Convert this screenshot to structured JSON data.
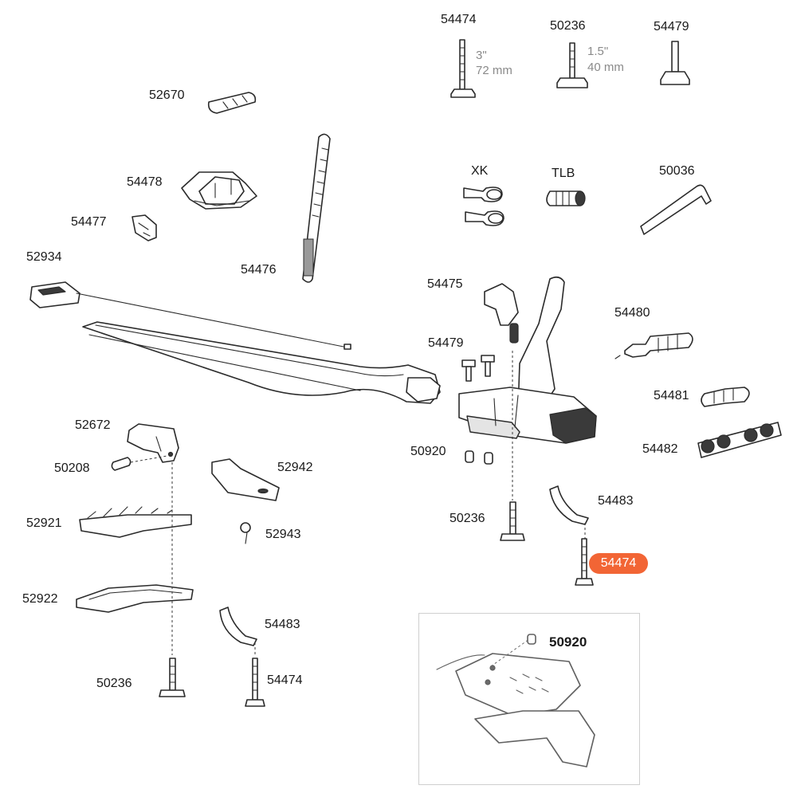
{
  "callouts": [
    {
      "id": "a",
      "text": "54474"
    },
    {
      "id": "b",
      "text": "50236"
    },
    {
      "id": "c",
      "text": "54479"
    },
    {
      "id": "d",
      "text": "52670"
    },
    {
      "id": "e",
      "text": "54478"
    },
    {
      "id": "f",
      "text": "54477"
    },
    {
      "id": "g",
      "text": "52934"
    },
    {
      "id": "h",
      "text": "54476"
    },
    {
      "id": "i",
      "text": "XK"
    },
    {
      "id": "j",
      "text": "TLB"
    },
    {
      "id": "k",
      "text": "50036"
    },
    {
      "id": "l",
      "text": "54475"
    },
    {
      "id": "m",
      "text": "54480"
    },
    {
      "id": "n",
      "text": "54479"
    },
    {
      "id": "o",
      "text": "54481"
    },
    {
      "id": "p",
      "text": "54482"
    },
    {
      "id": "q",
      "text": "50920"
    },
    {
      "id": "r",
      "text": "52672"
    },
    {
      "id": "s",
      "text": "50208"
    },
    {
      "id": "t",
      "text": "52942"
    },
    {
      "id": "u",
      "text": "52921"
    },
    {
      "id": "v",
      "text": "52943"
    },
    {
      "id": "w",
      "text": "50236"
    },
    {
      "id": "x",
      "text": "54483"
    },
    {
      "id": "y",
      "text": "52922"
    },
    {
      "id": "z",
      "text": "54483"
    },
    {
      "id": "aa",
      "text": "50236"
    },
    {
      "id": "ab",
      "text": "54474"
    }
  ],
  "dimensions": {
    "bolt_long_in": "3\"",
    "bolt_long_mm": "72 mm",
    "bolt_short_in": "1.5\"",
    "bolt_short_mm": "40 mm"
  },
  "highlight": {
    "text": "54474",
    "color": "#f26535"
  },
  "inset": {
    "label": "50920"
  }
}
